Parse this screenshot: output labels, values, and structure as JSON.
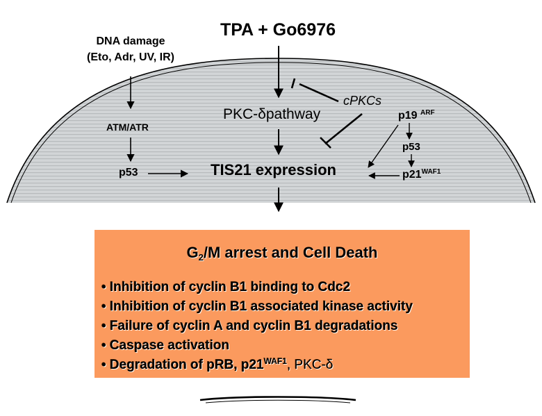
{
  "title": "TPA + Go6976",
  "dna_damage": {
    "line1": "DNA damage",
    "line2": "(Eto, Adr, UV, IR)"
  },
  "nodes": {
    "pkc_delta": "PKC-δpathway",
    "cpkcs": "cPKCs",
    "atm_atr": "ATM/ATR",
    "p53_left": "p53",
    "tis21": "TIS21 expression",
    "p19": "p19",
    "p19_sup": "ARF",
    "p53_right": "p53",
    "p21": "p21",
    "p21_sup": "WAF1"
  },
  "outcome_box": {
    "title_pre": "G",
    "title_sub": "2",
    "title_post": "/M arrest and Cell Death",
    "items": [
      "• Inhibition of cyclin B1 binding to Cdc2",
      "• Inhibition of cyclin B1 associated kinase activity",
      "• Failure of cyclin A and cyclin B1 degradations",
      "• Caspase activation"
    ],
    "last_item_pre": "• Degradation of pRB, p21",
    "last_item_sup": "WAF1",
    "last_item_post": ", PKC-δ"
  },
  "colors": {
    "cell": "#cfd2d4",
    "cell_stripe": "#b9bcbe",
    "box": "#fb9a5e",
    "line": "#000000"
  }
}
